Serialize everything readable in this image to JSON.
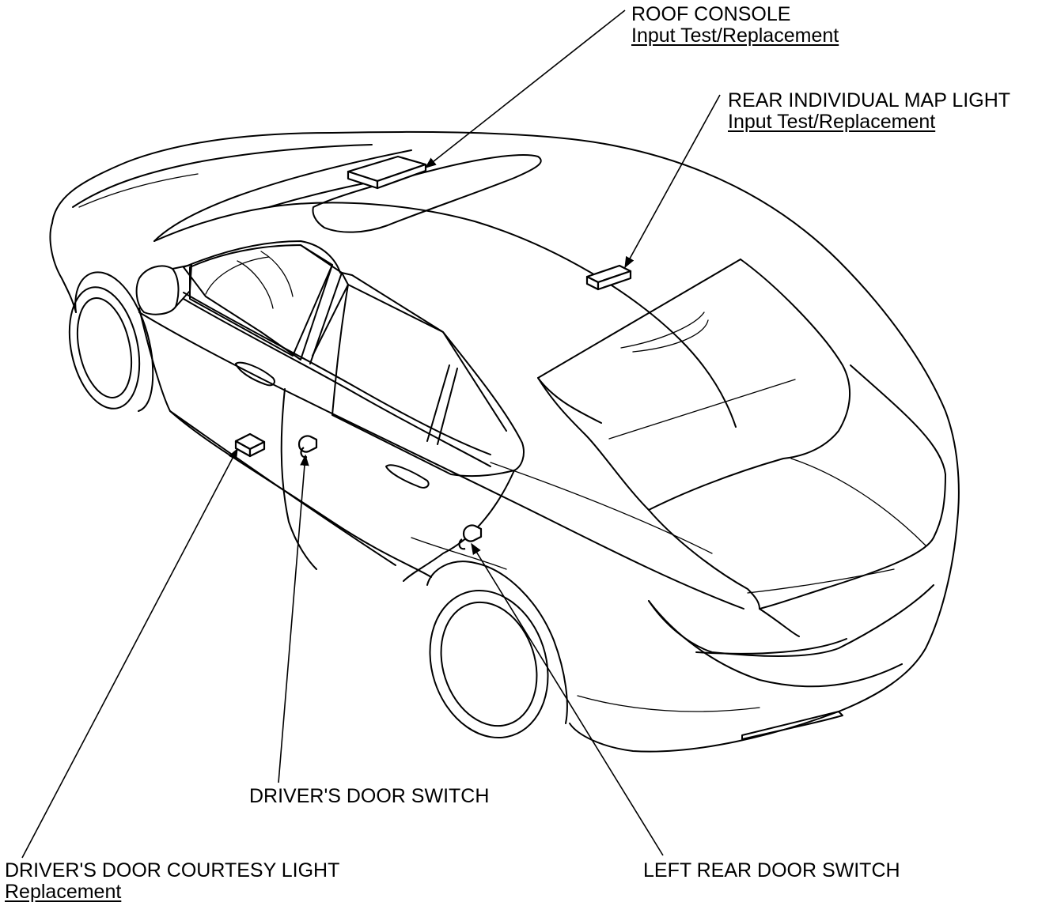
{
  "labels": {
    "roof_console": {
      "title": "ROOF CONSOLE",
      "link": "Input Test/Replacement"
    },
    "rear_map_light": {
      "title": "REAR INDIVIDUAL MAP LIGHT",
      "link": "Input Test/Replacement"
    },
    "drivers_door_switch": {
      "title": "DRIVER'S DOOR SWITCH"
    },
    "drivers_door_courtesy_light": {
      "title": "DRIVER'S DOOR COURTESY LIGHT",
      "link": "Replacement"
    },
    "left_rear_door_switch": {
      "title": "LEFT REAR DOOR SWITCH"
    }
  }
}
